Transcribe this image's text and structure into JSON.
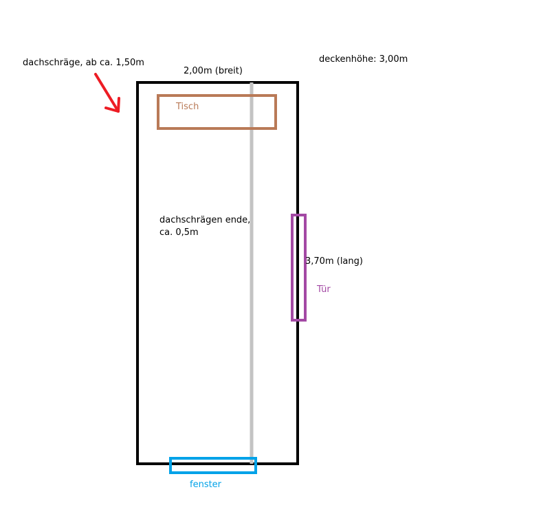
{
  "labels": {
    "slope_start": "dachschräge, ab ca. 1,50m",
    "width": "2,00m (breit)",
    "ceiling_height": "deckenhöhe: 3,00m",
    "table": "Tisch",
    "slope_end_line1": "dachschrägen ende,",
    "slope_end_line2": "ca. 0,5m",
    "length": "3,70m (lang)",
    "door": "Tür",
    "window": "fenster"
  },
  "colors": {
    "room_outline": "#000000",
    "slope_end_line": "#c3c3c3",
    "table": "#b97a57",
    "door": "#a349a4",
    "window": "#00a2e8",
    "arrow": "#ed1c24"
  }
}
